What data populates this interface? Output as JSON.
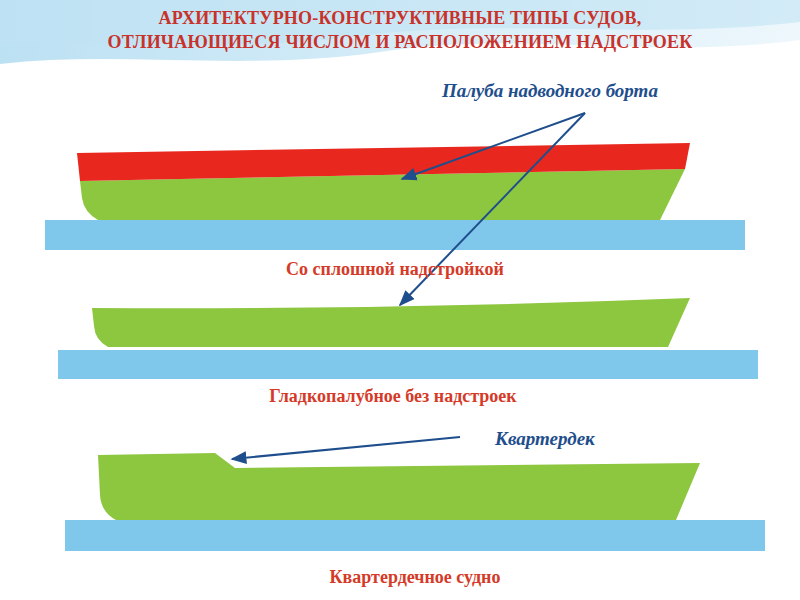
{
  "diagram": {
    "title": "АРХИТЕКТУРНО-КОНСТРУКТИВНЫЕ ТИПЫ СУДОВ, ОТЛИЧАЮЩИЕСЯ ЧИСЛОМ И РАСПОЛОЖЕНИЕМ НАДСТРОЕК",
    "labels": [
      "Палуба надводного борта",
      "Со сплошной надстройкой",
      "Гладкопалубное без надстроек",
      "Квартердек",
      "Квартердечное судно"
    ]
  }
}
